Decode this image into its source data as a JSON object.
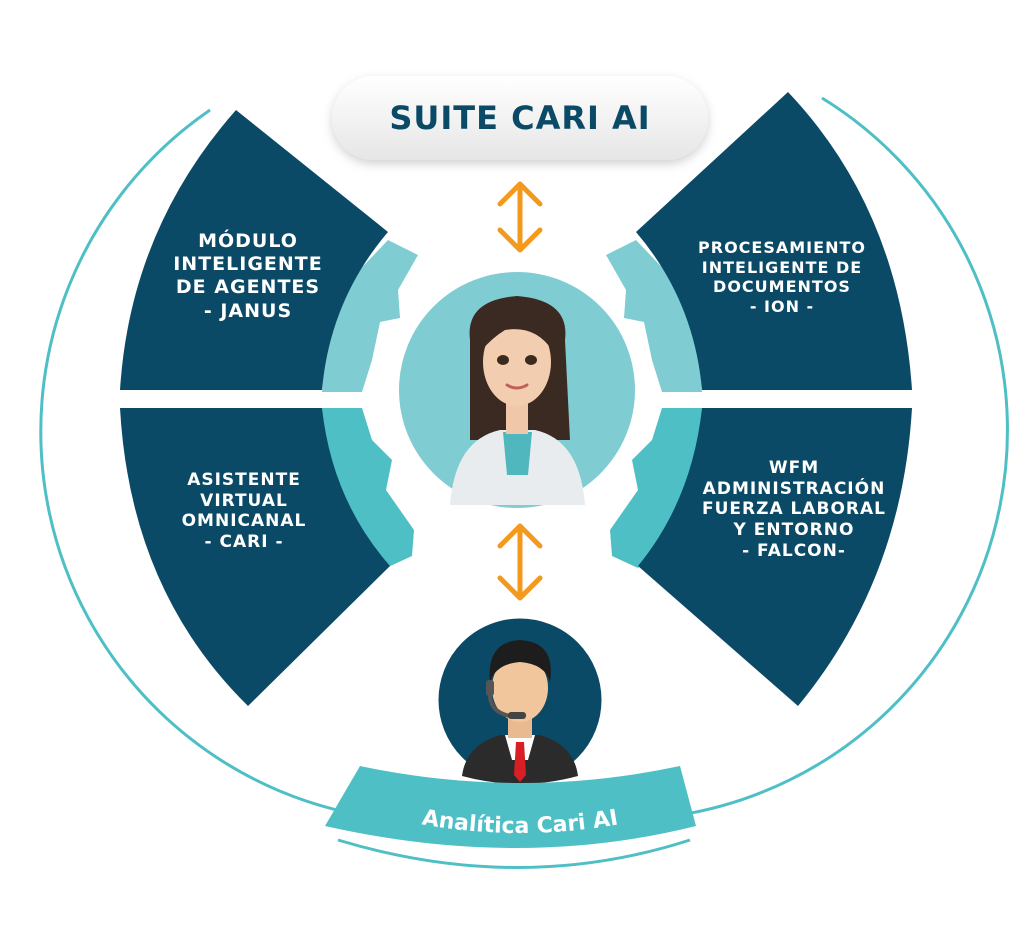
{
  "title": "SUITE CARI AI",
  "modules": [
    {
      "id": "janus",
      "lines": [
        "MÓDULO",
        "INTELIGENTE",
        "DE AGENTES",
        "- JANUS"
      ]
    },
    {
      "id": "ion",
      "lines": [
        "PROCESAMIENTO",
        "INTELIGENTE DE",
        "DOCUMENTOS",
        "- ION -"
      ]
    },
    {
      "id": "cari",
      "lines": [
        "ASISTENTE",
        "VIRTUAL",
        "OMNICANAL",
        "- CARI -"
      ]
    },
    {
      "id": "falcon",
      "lines": [
        "WFM",
        "ADMINISTRACIÓN",
        "FUERZA LABORAL",
        "Y ENTORNO",
        "- FALCON-"
      ]
    }
  ],
  "footer": "Analítica Cari AI",
  "icons": [
    "double-arrow-icon",
    "woman-avatar-icon",
    "agent-headset-icon"
  ],
  "colors": {
    "navy": "#0b4a66",
    "teal": "#4fbfc6",
    "teal_light": "#7fcdd2",
    "arrow": "#f39a1e",
    "pill": "#eeeeee"
  }
}
